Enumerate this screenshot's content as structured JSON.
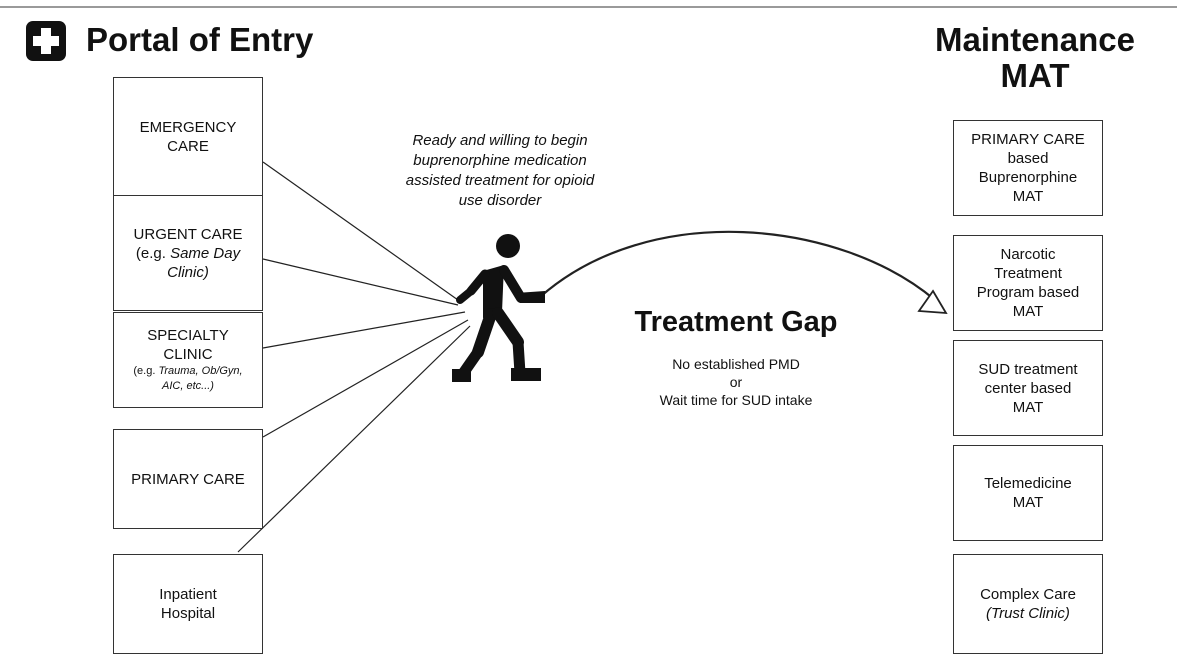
{
  "header": {
    "left_title": "Portal of Entry",
    "right_title_line1": "Maintenance",
    "right_title_line2": "MAT",
    "icon": "medical-cross-icon"
  },
  "portals": [
    {
      "line1": "EMERGENCY",
      "line2": "CARE"
    },
    {
      "line1": "URGENT CARE",
      "line2_prefix": "(e.g. ",
      "line2_italic": "Same Day",
      "line3_italic": "Clinic)"
    },
    {
      "line1": "SPECIALTY",
      "line2": "CLINIC",
      "note_prefix": "(e.g. ",
      "note_italic1": "Trauma, Ob/Gyn,",
      "note_italic2": "AIC, etc...)"
    },
    {
      "line1": "PRIMARY CARE"
    },
    {
      "line1": "Inpatient",
      "line2": "Hospital"
    }
  ],
  "patient_note": {
    "line1": "Ready and willing to begin",
    "line2": "buprenorphine medication",
    "line3": "assisted treatment for opioid",
    "line4": "use disorder"
  },
  "gap": {
    "title": "Treatment Gap",
    "line1": "No established PMD",
    "line2": "or",
    "line3": "Wait time for SUD intake"
  },
  "maintenance": [
    {
      "line1": "PRIMARY CARE",
      "line2": "based",
      "line3": "Buprenorphine",
      "line4": "MAT"
    },
    {
      "line1": "Narcotic",
      "line2": "Treatment",
      "line3": "Program based",
      "line4": "MAT"
    },
    {
      "line1": "SUD treatment",
      "line2": "center based",
      "line3": "MAT"
    },
    {
      "line1": "Telemedicine",
      "line2": "MAT"
    },
    {
      "line1": "Complex Care",
      "line2_italic": "(Trust Clinic)"
    }
  ],
  "colors": {
    "line": "#222222",
    "figure": "#111111",
    "box_border": "#333333"
  }
}
